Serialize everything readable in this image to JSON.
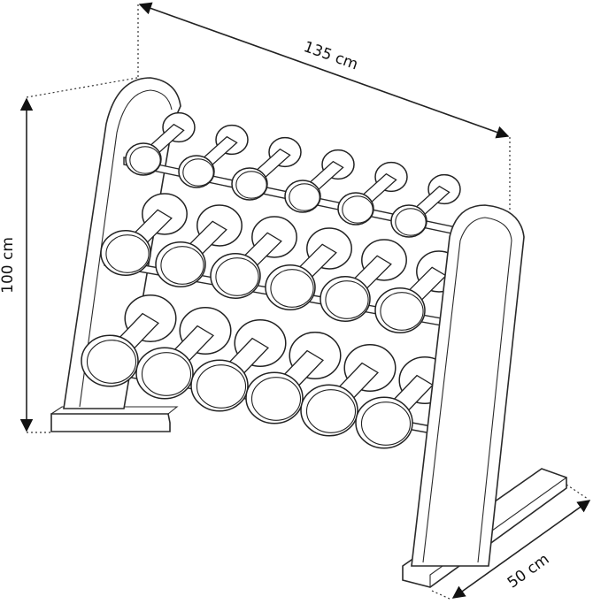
{
  "dimensions": {
    "width_label": "135 cm",
    "height_label": "100 cm",
    "depth_label": "50 cm"
  },
  "rack": {
    "tiers": [
      {
        "name": "top-tier",
        "dumbbell_count": 6
      },
      {
        "name": "middle-tier",
        "dumbbell_count": 6
      },
      {
        "name": "bottom-tier",
        "dumbbell_count": 6
      }
    ]
  }
}
